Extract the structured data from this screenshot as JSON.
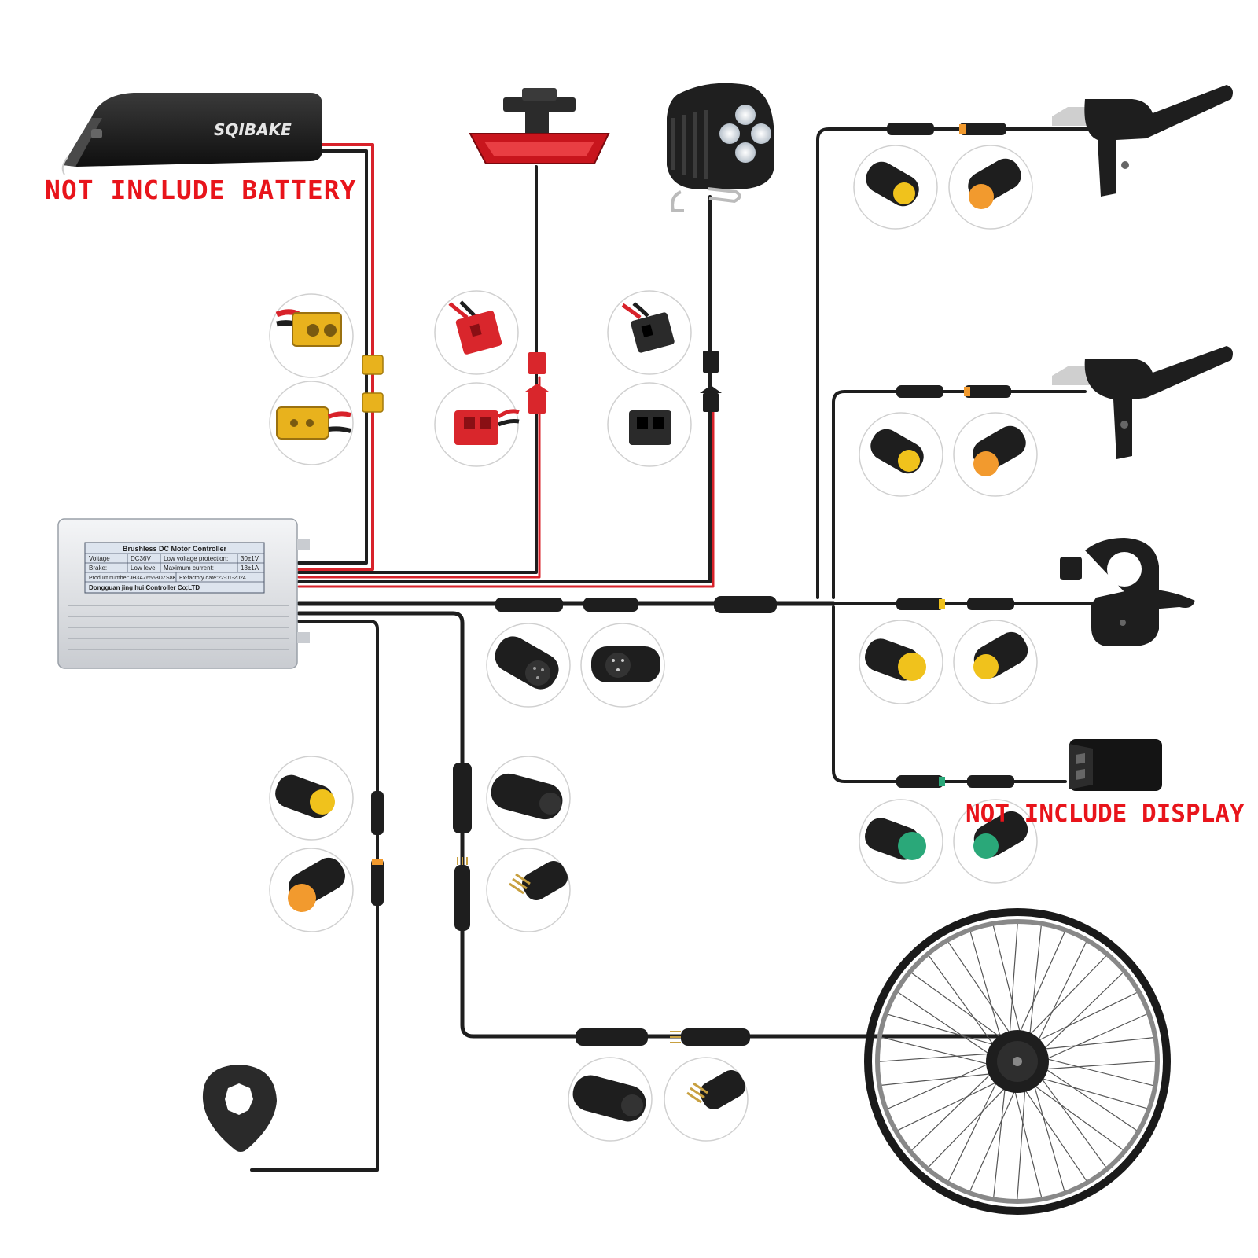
{
  "labels": {
    "battery_warning": "NOT INCLUDE BATTERY",
    "display_warning": "NOT INCLUDE DISPLAY",
    "battery_brand": "SQIBAKE"
  },
  "controller": {
    "title": "Brushless DC Motor Controller",
    "voltage_label": "Voltage",
    "voltage_value": "DC36V",
    "low_voltage_label": "Low voltage protection:",
    "low_voltage_value": "30±1V",
    "brake_label": "Brake:",
    "brake_value": "Low level",
    "max_current_label": "Maximum current:",
    "max_current_value": "13±1A",
    "product_number": "Product number:JH3AZ6553DZS8K",
    "factory_date": "Ex-factory date:22-01-2024",
    "manufacturer": "Dongguan jing hui Controller Co;LTD"
  },
  "colors": {
    "wire_black": "#1e1e1e",
    "wire_red": "#d8222a",
    "warning_text": "#e8141b",
    "xt60_yellow": "#e8b21d",
    "sm_red": "#d9262c",
    "connector_orange": "#f29a2e",
    "connector_yellow": "#f0c21c",
    "connector_green": "#2aa879"
  },
  "components": [
    {
      "name": "battery",
      "icon": "battery-icon"
    },
    {
      "name": "tail-light",
      "icon": "tail-light-icon"
    },
    {
      "name": "head-light",
      "icon": "headlight-icon"
    },
    {
      "name": "brake-lever-left",
      "icon": "brake-lever-icon"
    },
    {
      "name": "brake-lever-right",
      "icon": "brake-lever-icon"
    },
    {
      "name": "thumb-throttle",
      "icon": "throttle-icon"
    },
    {
      "name": "display",
      "icon": "display-icon"
    },
    {
      "name": "controller",
      "icon": "controller-icon"
    },
    {
      "name": "pas-sensor",
      "icon": "pas-sensor-icon"
    },
    {
      "name": "hub-motor-wheel",
      "icon": "wheel-icon"
    }
  ]
}
